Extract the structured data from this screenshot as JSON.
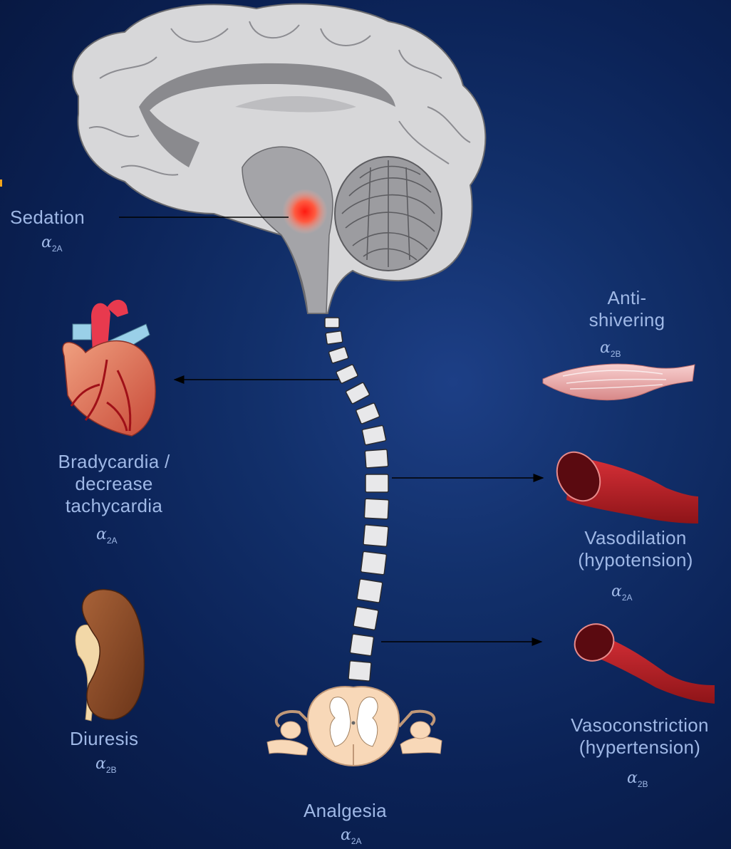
{
  "effects": {
    "sedation": {
      "label": "Sedation",
      "greek": "α",
      "sub": "2A"
    },
    "antishivering": {
      "line1": "Anti-",
      "line2": "shivering",
      "greek": "α",
      "sub": "2B"
    },
    "bradycardia": {
      "line1": "Bradycardia /",
      "line2": "decrease",
      "line3": "tachycardia",
      "greek": "α",
      "sub": "2A"
    },
    "vasodilation": {
      "line1": "Vasodilation",
      "line2": "(hypotension)",
      "greek": "α",
      "sub": "2A"
    },
    "diuresis": {
      "label": "Diuresis",
      "greek": "α",
      "sub": "2B"
    },
    "vasoconstriction": {
      "line1": "Vasoconstriction",
      "line2": "(hypertension)",
      "greek": "α",
      "sub": "2B"
    },
    "analgesia": {
      "label": "Analgesia",
      "greek": "α",
      "sub": "2A"
    }
  },
  "colors": {
    "background": "#0b2256",
    "label_text": "#9fb8e6",
    "brain": "#d7d7d9",
    "highlight": "#ff2a1a",
    "vessel": "#c0202a",
    "kidney": "#8a4a24"
  }
}
